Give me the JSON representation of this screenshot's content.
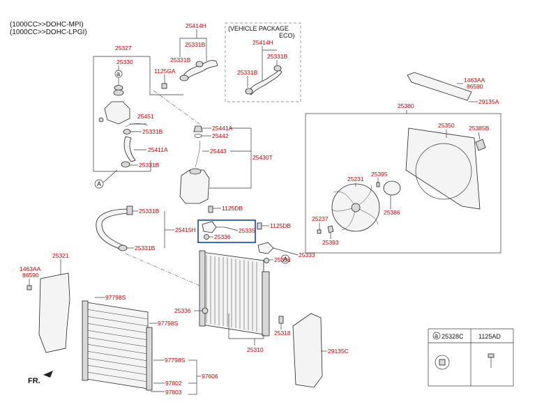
{
  "header": {
    "line1": "(1000CC>>DOHC-MPI)",
    "line2": "(1000CC>>DOHC-LPGI)"
  },
  "eco_box": {
    "line1": "(VEHICLE PACKAGE",
    "line2": "ECO)",
    "labels": {
      "hose": "25414H",
      "clamp_top": "25331B",
      "clamp_bottom": "25331B"
    }
  },
  "labels": {
    "p25414H": "25414H",
    "p25331B_a": "25331B",
    "p25331B_b": "25331B",
    "p25327": "25327",
    "p25330": "25330",
    "p1125GA": "1125GA",
    "p25451": "25451",
    "p25331B_c": "25331B",
    "p25411A": "25411A",
    "p25331B_d": "25331B",
    "p25441A": "25441A",
    "p25442": "25442",
    "p25443": "25443",
    "p25430T": "25430T",
    "p1125DB_a": "1125DB",
    "p25331B_e": "25331B",
    "p25415H": "25415H",
    "p25331B_f": "25331B",
    "p25335": "25335",
    "p25336_a": "25336",
    "p1125DB_b": "1125DB",
    "p25333": "25333",
    "p25336_b": "25336",
    "p25336_c": "25336",
    "p25318": "25318",
    "p25310": "25310",
    "p25321": "25321",
    "p1463AA_l": "1463AA",
    "p86590_l": "86590",
    "p97798S_a": "97798S",
    "p97798S_b": "97798S",
    "p97798S_c": "97798S",
    "p97606": "97606",
    "p97802": "97802",
    "p97803": "97803",
    "p1463AA_r": "1463AA",
    "p86590_r": "86590",
    "p29135A": "29135A",
    "p25380": "25380",
    "p25350": "25350",
    "p25385B": "25385B",
    "p25395": "25395",
    "p25231": "25231",
    "p25237": "25237",
    "p25386": "25386",
    "p25393": "25393",
    "p29135C": "29135C",
    "ref_a_main": "a",
    "ref_A_1": "A",
    "ref_A_2": "A"
  },
  "legend": {
    "col1_marker": "a",
    "col1_part": "25328C",
    "col2_part": "1125AD"
  },
  "footer": {
    "direction": "FR."
  }
}
